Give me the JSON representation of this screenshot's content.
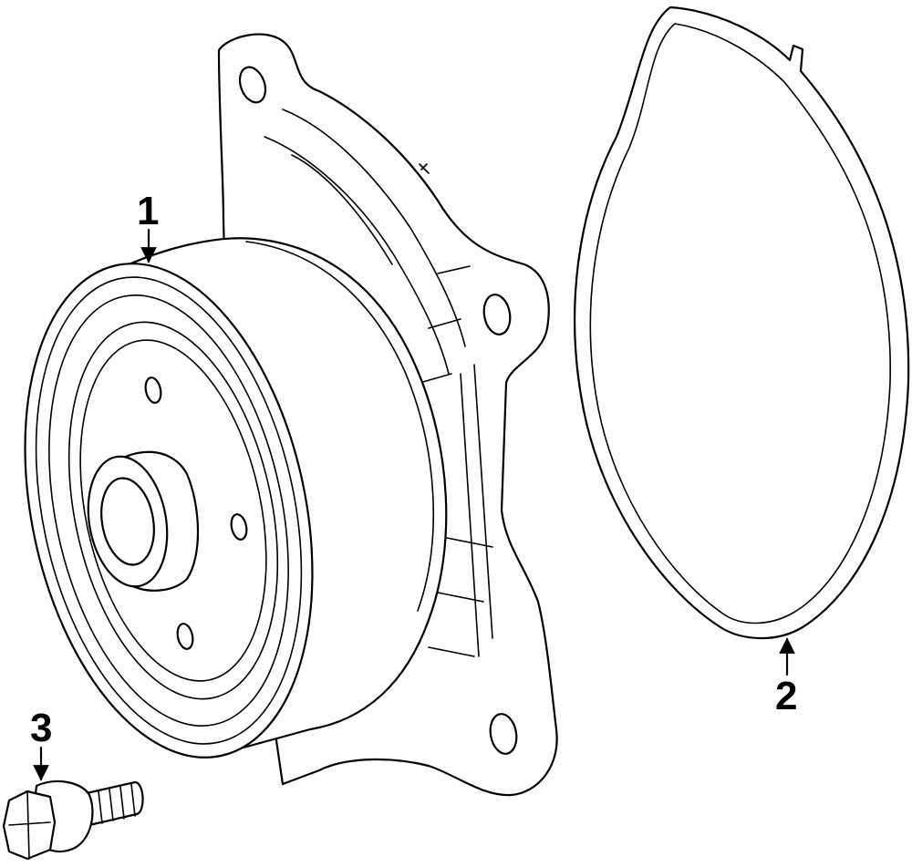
{
  "diagram": {
    "background": "#ffffff",
    "line_color": "#000000",
    "parts": [
      {
        "id": "water-pump",
        "callout": "1"
      },
      {
        "id": "gasket",
        "callout": "2"
      },
      {
        "id": "bolt",
        "callout": "3"
      }
    ]
  }
}
